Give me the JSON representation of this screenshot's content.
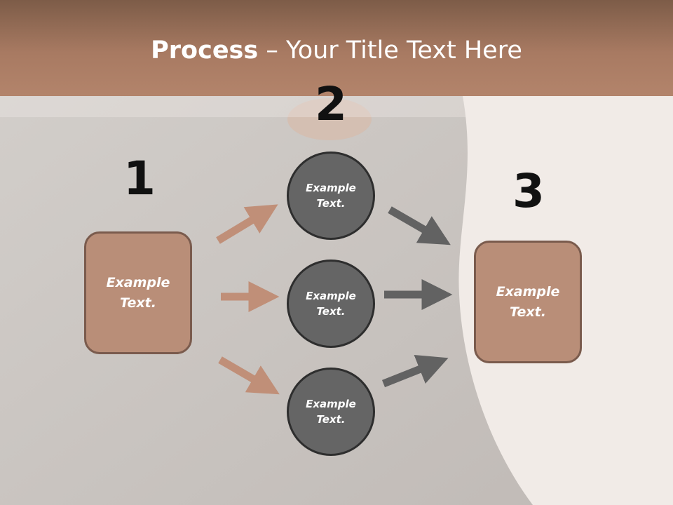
{
  "title": {
    "bold": "Process",
    "rest": " – Your Title Text Here"
  },
  "steps": [
    "1",
    "2",
    "3"
  ],
  "left_box": {
    "label": "Example Text."
  },
  "right_box": {
    "label": "Example Text."
  },
  "circles": [
    {
      "label": "Example Text."
    },
    {
      "label": "Example Text."
    },
    {
      "label": "Example Text."
    }
  ],
  "colors": {
    "header": "#a87a62",
    "box_fill": "#b98e78",
    "box_border": "#7a5b4d",
    "circle_fill": "#656565",
    "arrow_left": "#c08f78",
    "arrow_right": "#626262"
  }
}
